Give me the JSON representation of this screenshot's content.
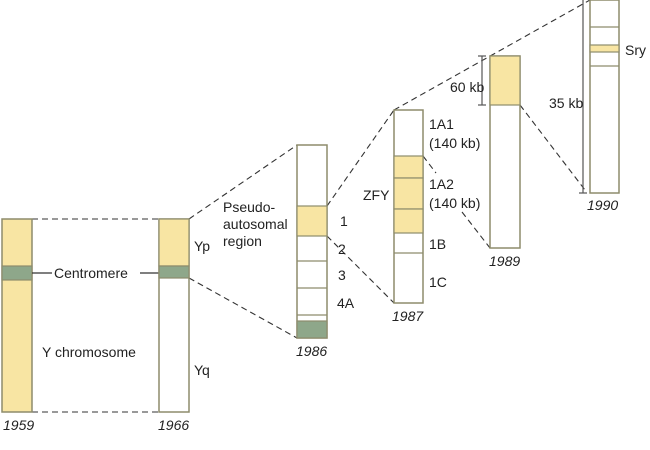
{
  "colors": {
    "yellow": "#f8e5a3",
    "green": "#8ea78a",
    "outline": "#8d8c6c"
  },
  "stages": {
    "s1959": {
      "year": "1959",
      "label": "Y chromosome",
      "centromere": "Centromere"
    },
    "s1966": {
      "year": "1966",
      "yp": "Yp",
      "yq": "Yq"
    },
    "s1986": {
      "year": "1986",
      "region_line1": "Pseudo-",
      "region_line2": "autosomal",
      "region_line3": "region",
      "bands": [
        "1",
        "2",
        "3",
        "4A"
      ]
    },
    "s1987": {
      "year": "1987",
      "zfy": "ZFY",
      "bands": [
        "1A1",
        "(140 kb)",
        "1A2",
        "(140 kb)",
        "1B",
        "1C"
      ]
    },
    "s1989": {
      "year": "1989",
      "size": "60 kb"
    },
    "s1990": {
      "year": "1990",
      "size": "35 kb",
      "gene": "Sry"
    }
  }
}
